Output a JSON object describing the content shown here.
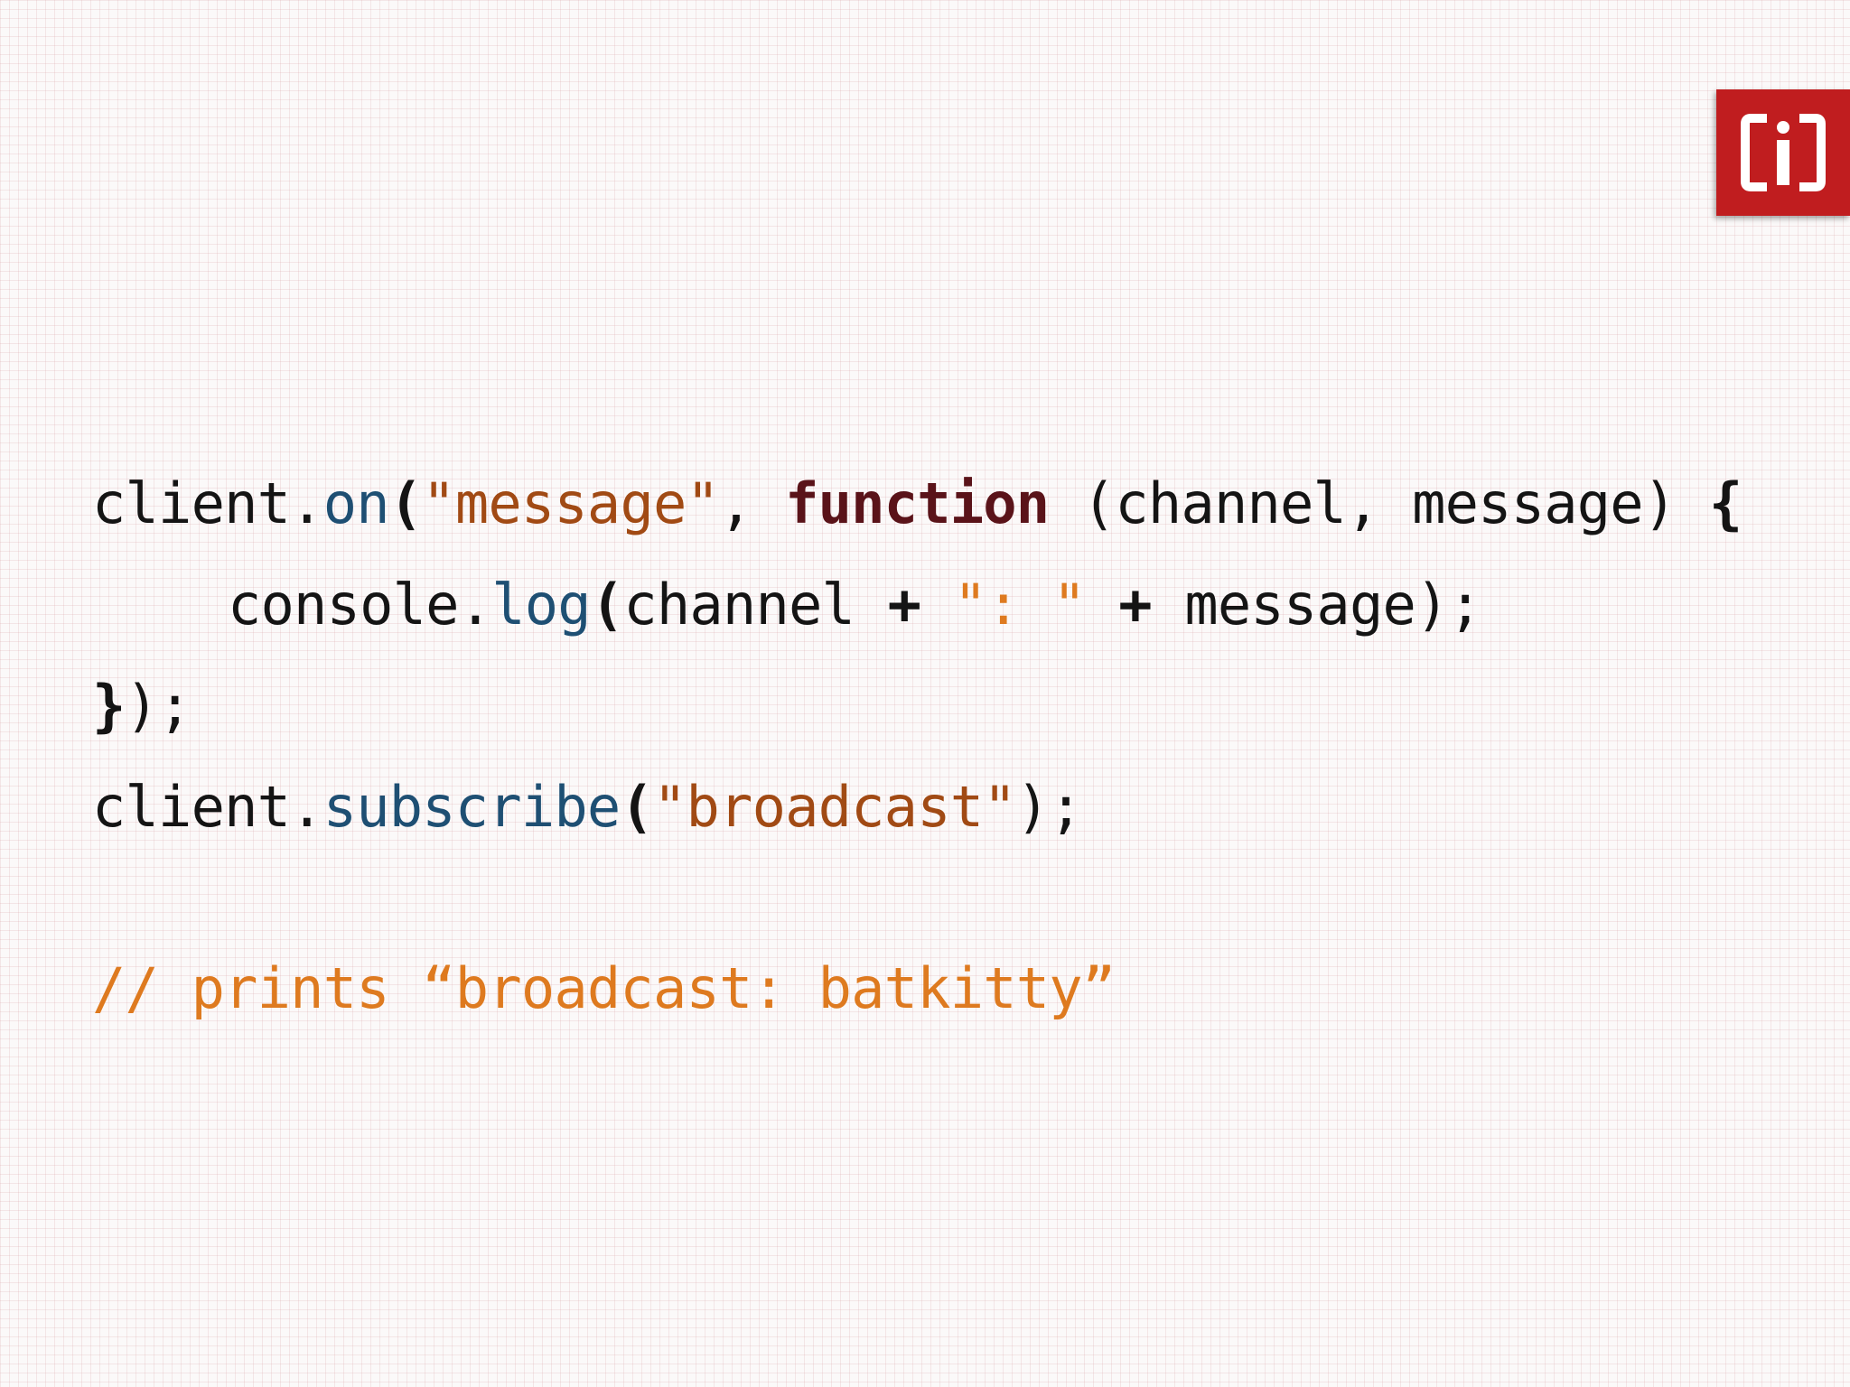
{
  "colors": {
    "background": "#fbf9f9",
    "logo_red": "#c01d1f",
    "method": "#1e4f73",
    "string": "#a14a14",
    "keyword": "#5a1319",
    "comment": "#de7a1f",
    "text": "#141414"
  },
  "logo": {
    "icon": "bracket-i-logo"
  },
  "code": {
    "line1": {
      "client": "client.",
      "on": "on",
      "open_paren": "(",
      "message_string": "\"message\"",
      "comma": ", ",
      "function_keyword": "function",
      "params": " (channel, message) ",
      "brace": "{"
    },
    "line2": {
      "console": "console.",
      "log": "log",
      "open_paren": "(",
      "channel": "channel ",
      "plus1": "+",
      "space1": " ",
      "sep_string": "\": \"",
      "space2": " ",
      "plus2": "+",
      "rest": " message);"
    },
    "line3": {
      "brace": "}",
      "rest": ");"
    },
    "line4": {
      "client": "client.",
      "subscribe": "subscribe",
      "open_paren": "(",
      "broadcast_string": "\"broadcast\"",
      "rest": ");"
    },
    "comment": "// prints “broadcast: batkitty”"
  }
}
